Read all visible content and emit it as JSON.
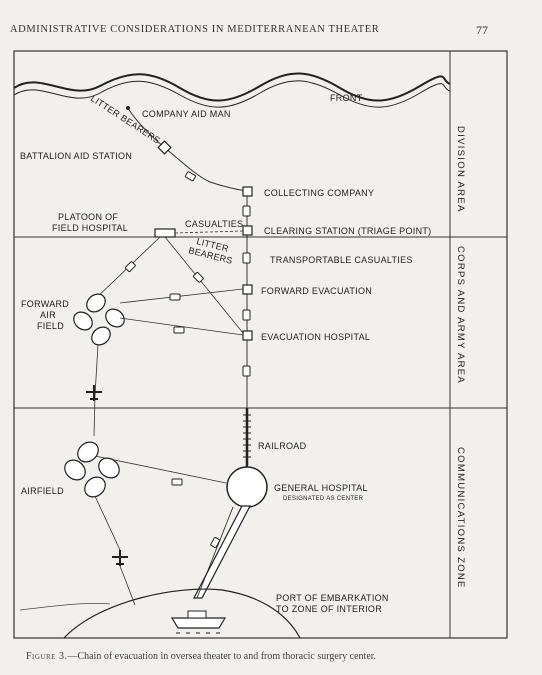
{
  "header": {
    "title": "ADMINISTRATIVE CONSIDERATIONS IN MEDITERRANEAN THEATER",
    "page_number": "77"
  },
  "zones": {
    "division": "DIVISION AREA",
    "corps": "CORPS AND ARMY AREA",
    "communications": "COMMUNICATIONS ZONE"
  },
  "labels": {
    "front": "FRONT",
    "company_aid_man": "COMPANY AID MAN",
    "litter_bearers_top": "LITTER BEARERS",
    "battalion_aid_station": "BATTALION AID STATION",
    "collecting_company": "COLLECTING COMPANY",
    "platoon_line1": "PLATOON OF",
    "platoon_line2": "FIELD HOSPITAL",
    "casualties": "CASUALTIES",
    "clearing_station": "CLEARING STATION (TRIAGE POINT)",
    "litter_line1": "LITTER",
    "litter_line2": "BEARERS",
    "transportable_casualties": "TRANSPORTABLE CASUALTIES",
    "forward_evacuation": "FORWARD EVACUATION",
    "forward_air_field_line1": "FORWARD",
    "forward_air_field_line2": "AIR",
    "forward_air_field_line3": "FIELD",
    "evacuation_hospital": "EVACUATION HOSPITAL",
    "railroad": "RAILROAD",
    "airfield": "AIRFIELD",
    "general_hospital": "GENERAL HOSPITAL",
    "designated_as_center": "DESIGNATED AS CENTER",
    "port_line1": "PORT OF EMBARKATION",
    "port_line2": "TO ZONE OF INTERIOR"
  },
  "caption": {
    "figure_label": "Figure 3.",
    "text": "—Chain of evacuation in oversea theater to and from thoracic surgery center."
  }
}
